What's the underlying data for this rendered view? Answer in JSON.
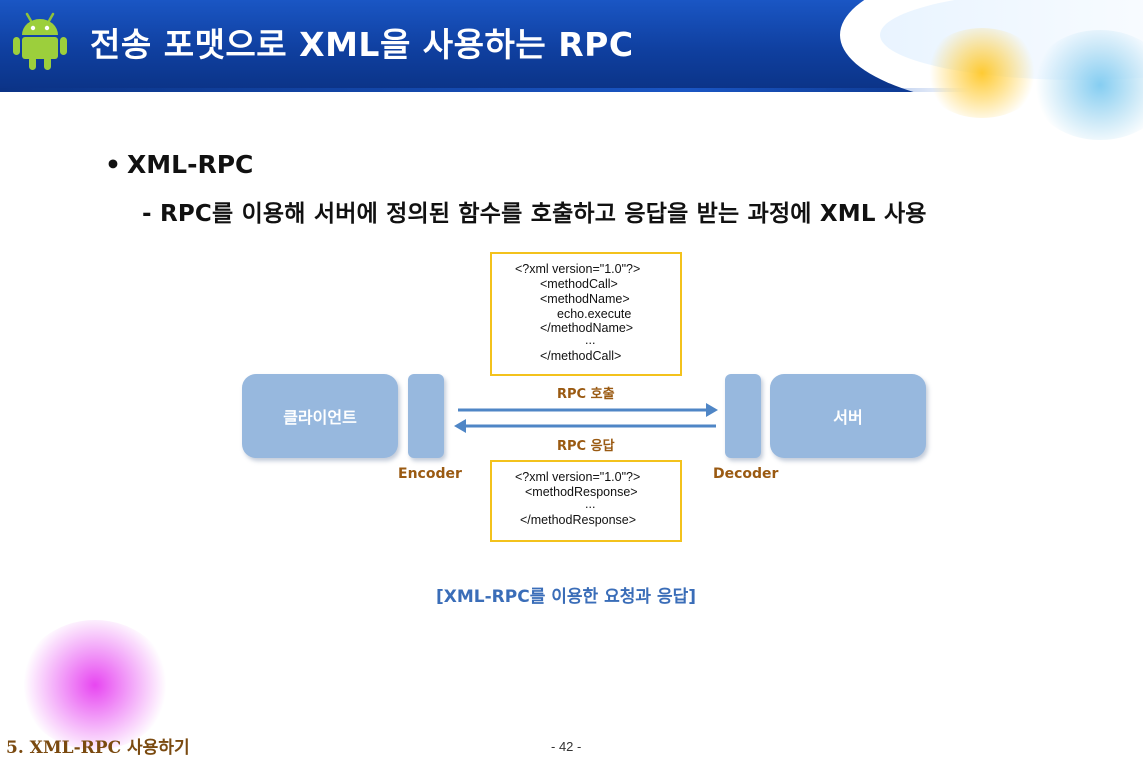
{
  "header": {
    "title": "전송 포맷으로 XML을 사용하는 RPC",
    "logo_icon": "android-robot-icon",
    "colors": {
      "banner": "#1a56c4",
      "banner_dark": "#0b3386"
    }
  },
  "content": {
    "bullet": "XML-RPC",
    "sub_bullet": "- RPC를 이용해 서버에 정의된 함수를 호출하고 응답을 받는 과정에 XML 사용"
  },
  "diagram": {
    "client_label": "클라이언트",
    "server_label": "서버",
    "encoder_label": "Encoder",
    "decoder_label": "Decoder",
    "call_label": "RPC 호출",
    "response_label": "RPC 응답",
    "request_xml": [
      "<?xml version=\"1.0\"?>",
      "<methodCall>",
      "<methodName>",
      "echo.execute",
      "</methodName>",
      "...",
      "</methodCall>"
    ],
    "response_xml": [
      "<?xml version=\"1.0\"?>",
      "<methodResponse>",
      "...",
      "</methodResponse>"
    ],
    "colors": {
      "node_fill": "#97b8de",
      "xml_border": "#f3c21c",
      "arrow": "#4f86c6",
      "label_text": "#9a5a12"
    },
    "caption": "[XML-RPC를 이용한 요청과 응답]"
  },
  "footer": {
    "section": "5. XML-RPC 사용하기",
    "page": "- 42 -"
  }
}
